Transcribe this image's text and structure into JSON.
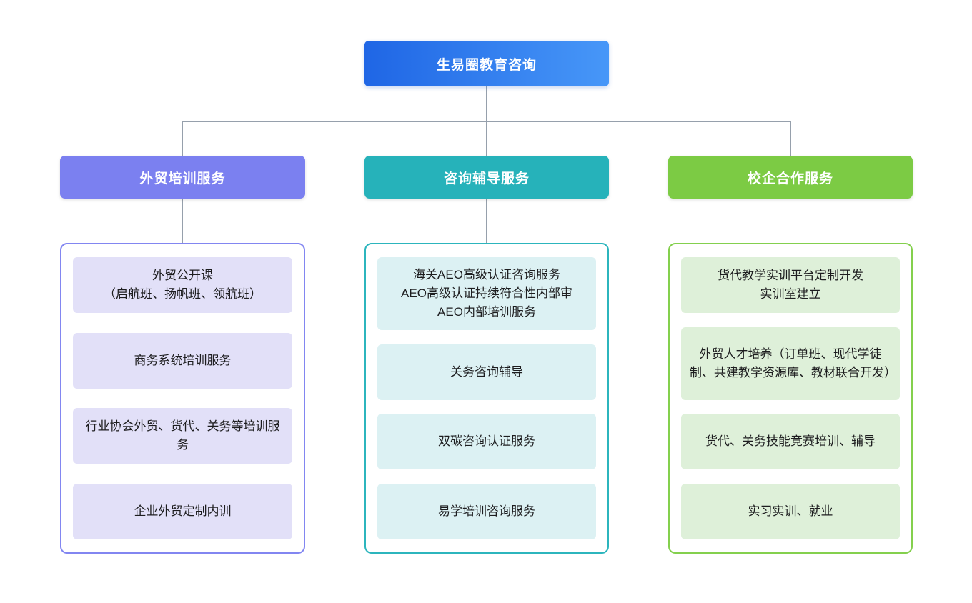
{
  "page": {
    "background": "#ffffff",
    "connector_color": "#96a0ac"
  },
  "root": {
    "label": "生易圈教育咨询",
    "gradient_start": "#1f66e5",
    "gradient_end": "#4797f8",
    "text_color": "#ffffff"
  },
  "branches": [
    {
      "label": "外贸培训服务",
      "header_color": "#7b80f0",
      "border_color": "#8286f1",
      "item_bg": "#e2e0f8",
      "items": [
        {
          "lines": [
            "外贸公开课",
            "（启航班、扬帆班、领航班）"
          ]
        },
        {
          "lines": [
            "商务系统培训服务"
          ]
        },
        {
          "lines": [
            "行业协会外贸、货代、关务等培训服务"
          ]
        },
        {
          "lines": [
            "企业外贸定制内训"
          ]
        }
      ]
    },
    {
      "label": "咨询辅导服务",
      "header_color": "#26b2ba",
      "border_color": "#2cb5bd",
      "item_bg": "#dcf1f3",
      "items": [
        {
          "lines": [
            "海关AEO高级认证咨询服务",
            "AEO高级认证持续符合性内部审",
            "AEO内部培训服务"
          ]
        },
        {
          "lines": [
            "关务咨询辅导"
          ]
        },
        {
          "lines": [
            "双碳咨询认证服务"
          ]
        },
        {
          "lines": [
            "易学培训咨询服务"
          ]
        }
      ]
    },
    {
      "label": "校企合作服务",
      "header_color": "#7ccb44",
      "border_color": "#84d04e",
      "item_bg": "#def0d9",
      "items": [
        {
          "lines": [
            "货代教学实训平台定制开发",
            "实训室建立"
          ]
        },
        {
          "lines": [
            "外贸人才培养（订单班、现代学徒制、共建教学资源库、教材联合开发）"
          ]
        },
        {
          "lines": [
            "货代、关务技能竞赛培训、辅导"
          ]
        },
        {
          "lines": [
            "实习实训、就业"
          ]
        }
      ]
    }
  ]
}
